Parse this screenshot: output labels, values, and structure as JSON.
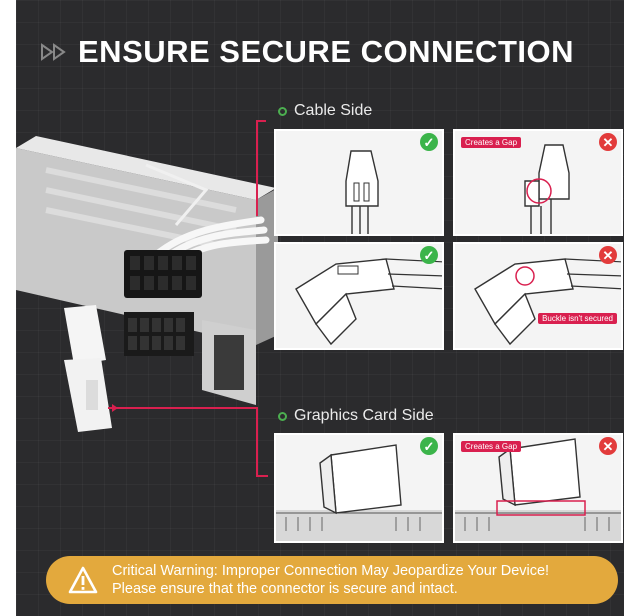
{
  "title": "ENSURE SECURE CONNECTION",
  "sections": {
    "cable_side": "Cable Side",
    "graphics_card_side": "Graphics Card Side"
  },
  "panels": {
    "cable_correct_top": {
      "status": "correct",
      "icon": "check-icon"
    },
    "cable_incorrect_top": {
      "status": "incorrect",
      "icon": "x-icon",
      "tag": "Creates a Gap"
    },
    "cable_correct_bottom": {
      "status": "correct",
      "icon": "check-icon"
    },
    "cable_incorrect_bottom": {
      "status": "incorrect",
      "icon": "x-icon",
      "tag": "Buckle isn't secured"
    },
    "card_correct": {
      "status": "correct",
      "icon": "check-icon"
    },
    "card_incorrect": {
      "status": "incorrect",
      "icon": "x-icon",
      "tag": "Creates a Gap"
    }
  },
  "warning": {
    "line1": "Critical Warning: Improper Connection May Jeopardize Your Device!",
    "line2": "Please ensure that the connector is secure and intact.",
    "icon": "warning-triangle-icon"
  },
  "colors": {
    "background": "#2b2b2d",
    "correct": "#3bb44a",
    "incorrect": "#e23b3b",
    "tag": "#d9204f",
    "warning": "#e3a93d",
    "section_dot": "#4caf50"
  }
}
